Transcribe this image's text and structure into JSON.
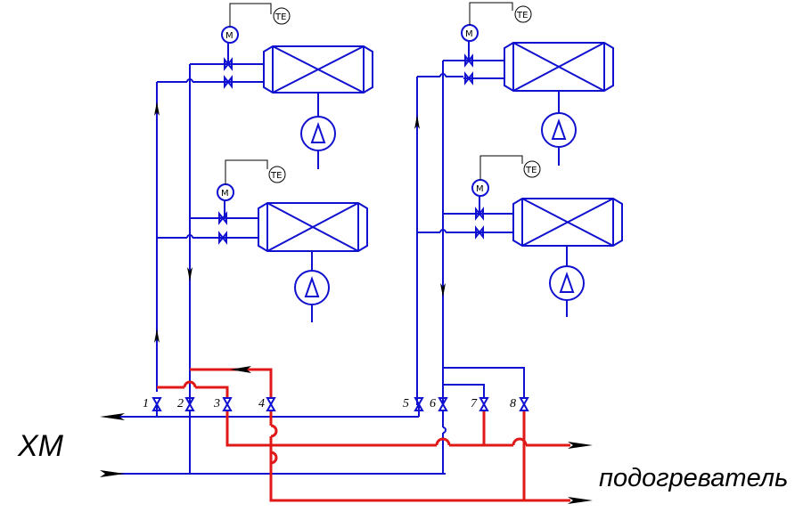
{
  "labels": {
    "left": "ХМ",
    "right": "подогреватель"
  },
  "valves": [
    "1",
    "2",
    "3",
    "4",
    "5",
    "6",
    "7",
    "8"
  ],
  "instruments": {
    "motor": "М",
    "temp": "ТЕ"
  },
  "colors": {
    "supply": "#1010d0",
    "hot": "#e01818"
  }
}
